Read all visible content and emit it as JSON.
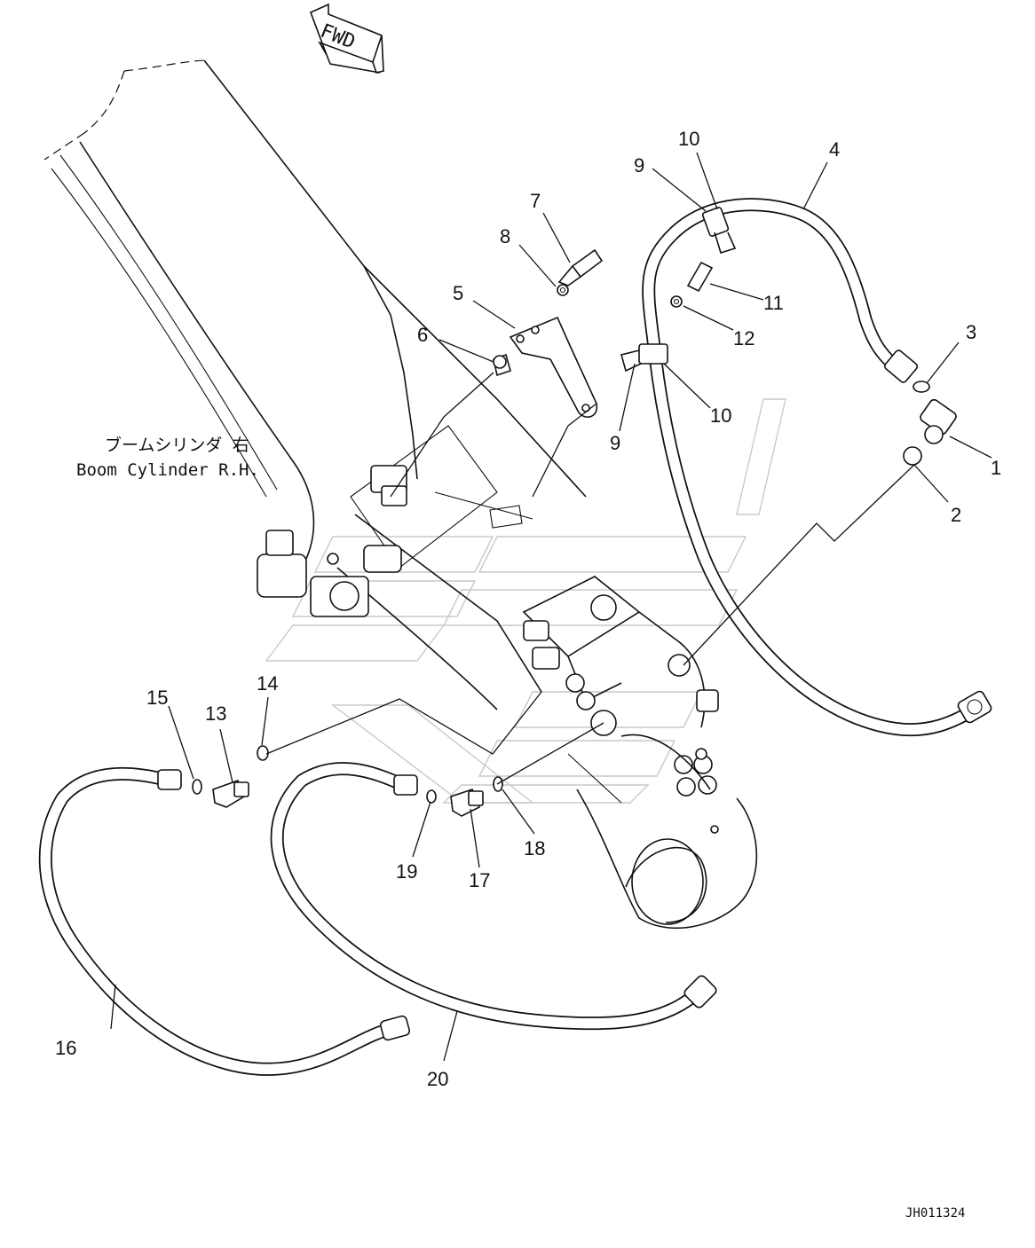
{
  "drawing_number": "JH011324",
  "fwd_label": "FWD",
  "caption": {
    "japanese": "ブームシリンダ 右",
    "english": "Boom Cylinder R.H."
  },
  "callouts": [
    {
      "id": "c1",
      "text": "1"
    },
    {
      "id": "c2",
      "text": "2"
    },
    {
      "id": "c3",
      "text": "3"
    },
    {
      "id": "c4",
      "text": "4"
    },
    {
      "id": "c5",
      "text": "5"
    },
    {
      "id": "c6",
      "text": "6"
    },
    {
      "id": "c7",
      "text": "7"
    },
    {
      "id": "c8",
      "text": "8"
    },
    {
      "id": "c9a",
      "text": "9"
    },
    {
      "id": "c9b",
      "text": "9"
    },
    {
      "id": "c10a",
      "text": "10"
    },
    {
      "id": "c10b",
      "text": "10"
    },
    {
      "id": "c11",
      "text": "11"
    },
    {
      "id": "c12",
      "text": "12"
    },
    {
      "id": "c13",
      "text": "13"
    },
    {
      "id": "c14",
      "text": "14"
    },
    {
      "id": "c15",
      "text": "15"
    },
    {
      "id": "c16",
      "text": "16"
    },
    {
      "id": "c17",
      "text": "17"
    },
    {
      "id": "c18",
      "text": "18"
    },
    {
      "id": "c19",
      "text": "19"
    },
    {
      "id": "c20",
      "text": "20"
    }
  ]
}
